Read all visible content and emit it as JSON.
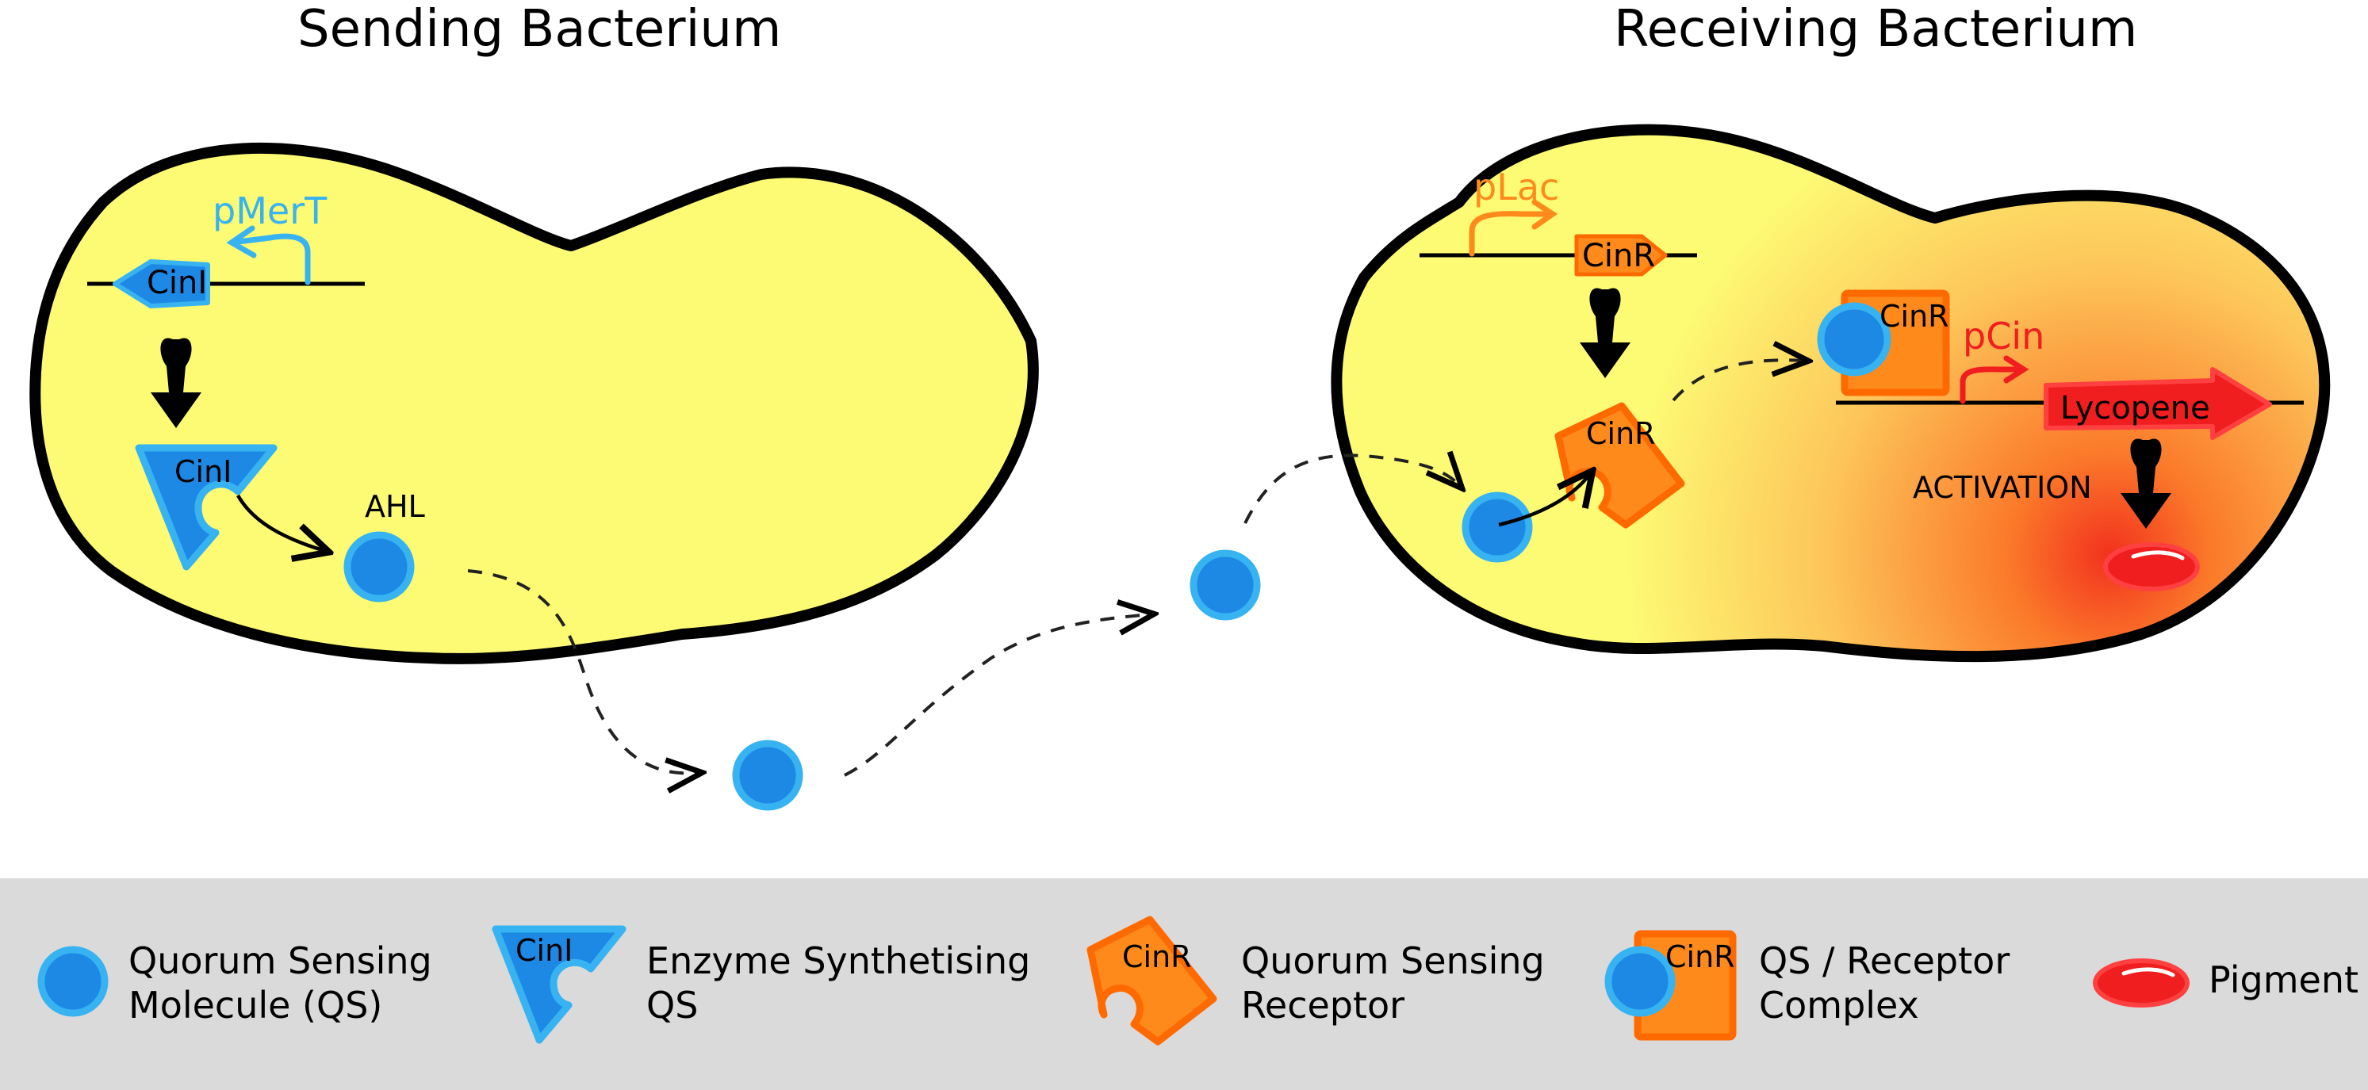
{
  "titles": {
    "sending": "Sending Bacterium",
    "receiving": "Receiving Bacterium"
  },
  "sender": {
    "promoter": "pMerT",
    "gene": "CinI",
    "enzyme": "CinI",
    "molecule": "AHL"
  },
  "receiver": {
    "promoter": "pLac",
    "gene": "CinR",
    "receptor": "CinR",
    "complex": "CinR",
    "promoter2": "pCin",
    "gene2": "Lycopene",
    "activation": "ACTIVATION"
  },
  "legend": {
    "qs_line1": "Quorum Sensing",
    "qs_line2": "Molecule (QS)",
    "enzyme_icon": "CinI",
    "enzyme_line1": "Enzyme Synthetising",
    "enzyme_line2": "QS",
    "receptor_icon": "CinR",
    "receptor_line1": "Quorum Sensing",
    "receptor_line2": "Receptor",
    "complex_icon": "CinR",
    "complex_line1": "QS / Receptor",
    "complex_line2": "Complex",
    "pigment": "Pigment"
  },
  "colors": {
    "cell_fill": "#FDFB74",
    "qs_blue": "#1E88E5",
    "qs_light": "#36B3F0",
    "receptor_orange": "#FF8A1C",
    "pigment_red": "#F01E1E",
    "legend_bg": "#DADADA"
  }
}
